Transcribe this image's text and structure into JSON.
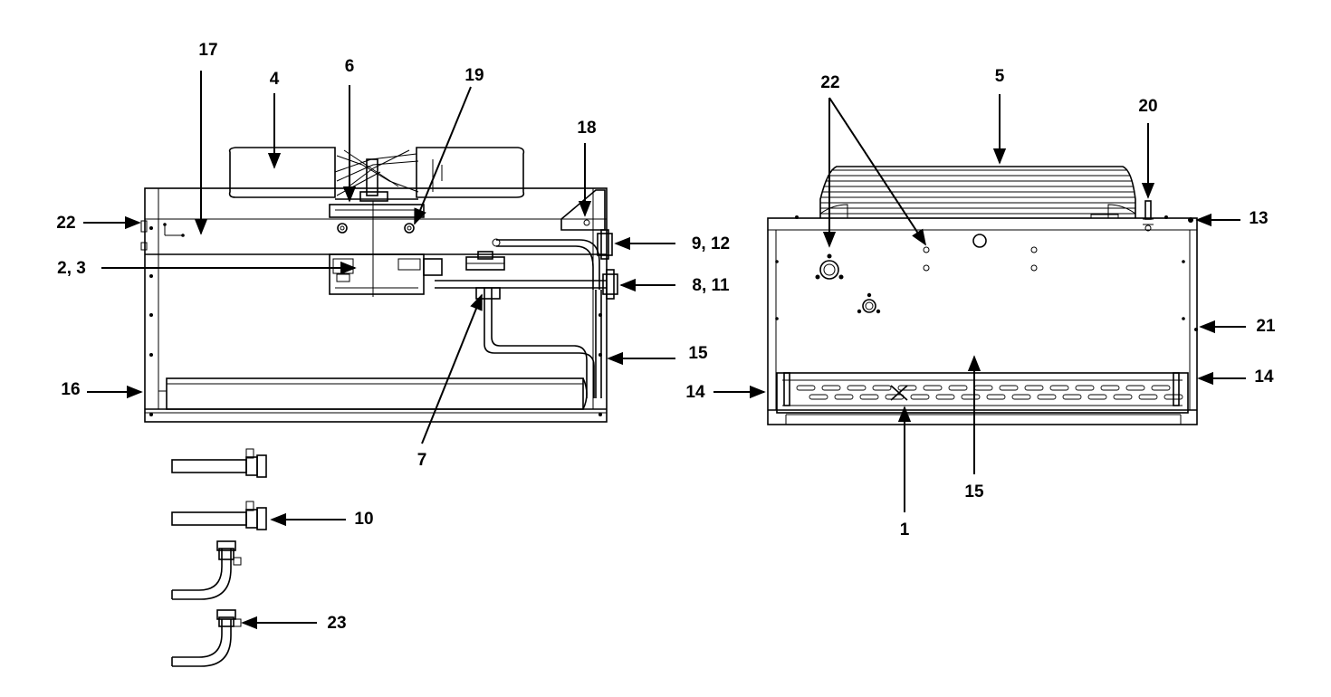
{
  "callouts": {
    "c17": "17",
    "c6": "6",
    "c4": "4",
    "c19": "19",
    "c18": "18",
    "c22_left": "22",
    "c2_3": "2, 3",
    "c9_12": "9, 12",
    "c8_11": "8, 11",
    "c15_left": "15",
    "c16": "16",
    "c7": "7",
    "c10": "10",
    "c23": "23",
    "c22_right": "22",
    "c5": "5",
    "c20": "20",
    "c13": "13",
    "c21": "21",
    "c14_left": "14",
    "c14_right": "14",
    "c15_right": "15",
    "c1": "1"
  },
  "colors": {
    "line": "#000000",
    "background": "#ffffff"
  }
}
